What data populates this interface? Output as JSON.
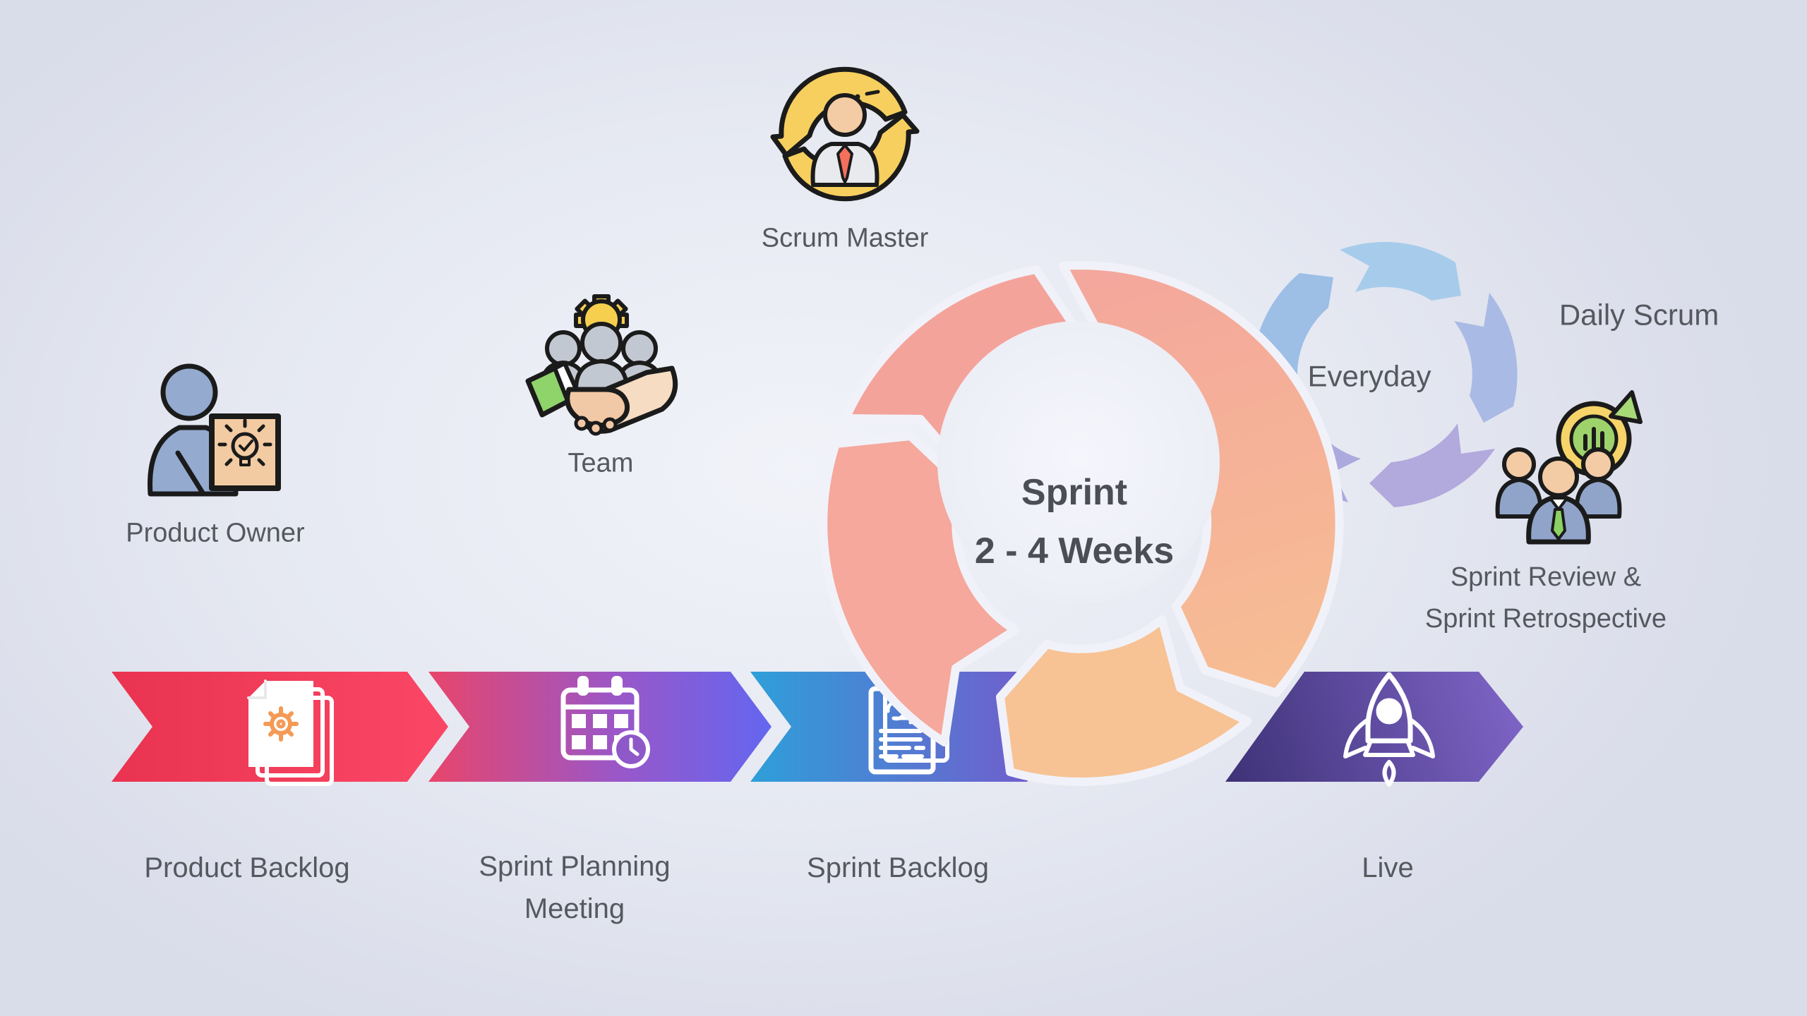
{
  "theme": {
    "text-gray": "#55595F",
    "text-dark": "#4B4F55",
    "ring-top": "#F4A39B",
    "ring-right-a": "#F4A79C",
    "ring-right-b": "#F7BE93",
    "ring-bottom": "#F7C294",
    "ring-left": "#F5A89B",
    "ring-halo": "#F1F2F9",
    "inner-circle": "#F2F3FA",
    "mini-1": "#A7CCEB",
    "mini-2": "#A9BAE4",
    "mini-3": "#B2A9DD",
    "mini-4": "#ACA9DE",
    "mini-5": "#9DBEE5",
    "arrow1-a": "#E93350",
    "arrow1-b": "#FB4766",
    "arrow2-a": "#E8456B",
    "arrow2-m": "#9A57C8",
    "arrow2-b": "#6366F0",
    "arrow3-a": "#2E9FD9",
    "arrow3-b": "#7A55CB",
    "arrow4-a": "#3E3277",
    "arrow4-b": "#8066C9",
    "outline": "#1B1B1B",
    "skin": "#F3CBA4",
    "skin-2": "#F2C9A6",
    "skin-3": "#F5DCC2",
    "suit-blue": "#90A4C9",
    "person-blue": "#94AACF",
    "box-tan": "#F3CBA2",
    "gray-people": "#C2C8D2",
    "coat-gray": "#E8EAEE",
    "tie-orange": "#F4705C",
    "tie-green": "#8CD163",
    "sleeve-green": "#8FD36B",
    "gear-yellow": "#F6CF4F",
    "recycle-yellow": "#F6CF5E",
    "chart-yellow": "#F6D469",
    "chart-green": "#9ED26B",
    "chart-arrow-green": "#A8D977",
    "gear-orange": "#F49A55",
    "clock-fill": "#8F58C8"
  },
  "roles": {
    "product_owner": {
      "label": "Product Owner",
      "icon": "person-idea-icon"
    },
    "team": {
      "label": "Team",
      "icon": "handshake-team-icon"
    },
    "scrum_master": {
      "label": "Scrum Master",
      "icon": "person-recycle-icon"
    }
  },
  "sprint_cycle": {
    "line1": "Sprint",
    "line2": "2 - 4 Weeks"
  },
  "daily_cycle": {
    "inner_label": "Everyday",
    "outer_label": "Daily Scrum"
  },
  "review": {
    "line1": "Sprint Review &",
    "line2": "Sprint Retrospective",
    "icon": "team-chart-icon"
  },
  "flow": {
    "steps": [
      {
        "id": "product-backlog",
        "lines": [
          "Product Backlog"
        ],
        "icon": "document-gear-icon"
      },
      {
        "id": "sprint-planning",
        "lines": [
          "Sprint Planning",
          "Meeting"
        ],
        "icon": "calendar-clock-icon"
      },
      {
        "id": "sprint-backlog",
        "lines": [
          "Sprint Backlog"
        ],
        "icon": "document-iteration-icon"
      },
      {
        "id": "live",
        "lines": [
          "Live"
        ],
        "icon": "rocket-icon"
      }
    ]
  }
}
